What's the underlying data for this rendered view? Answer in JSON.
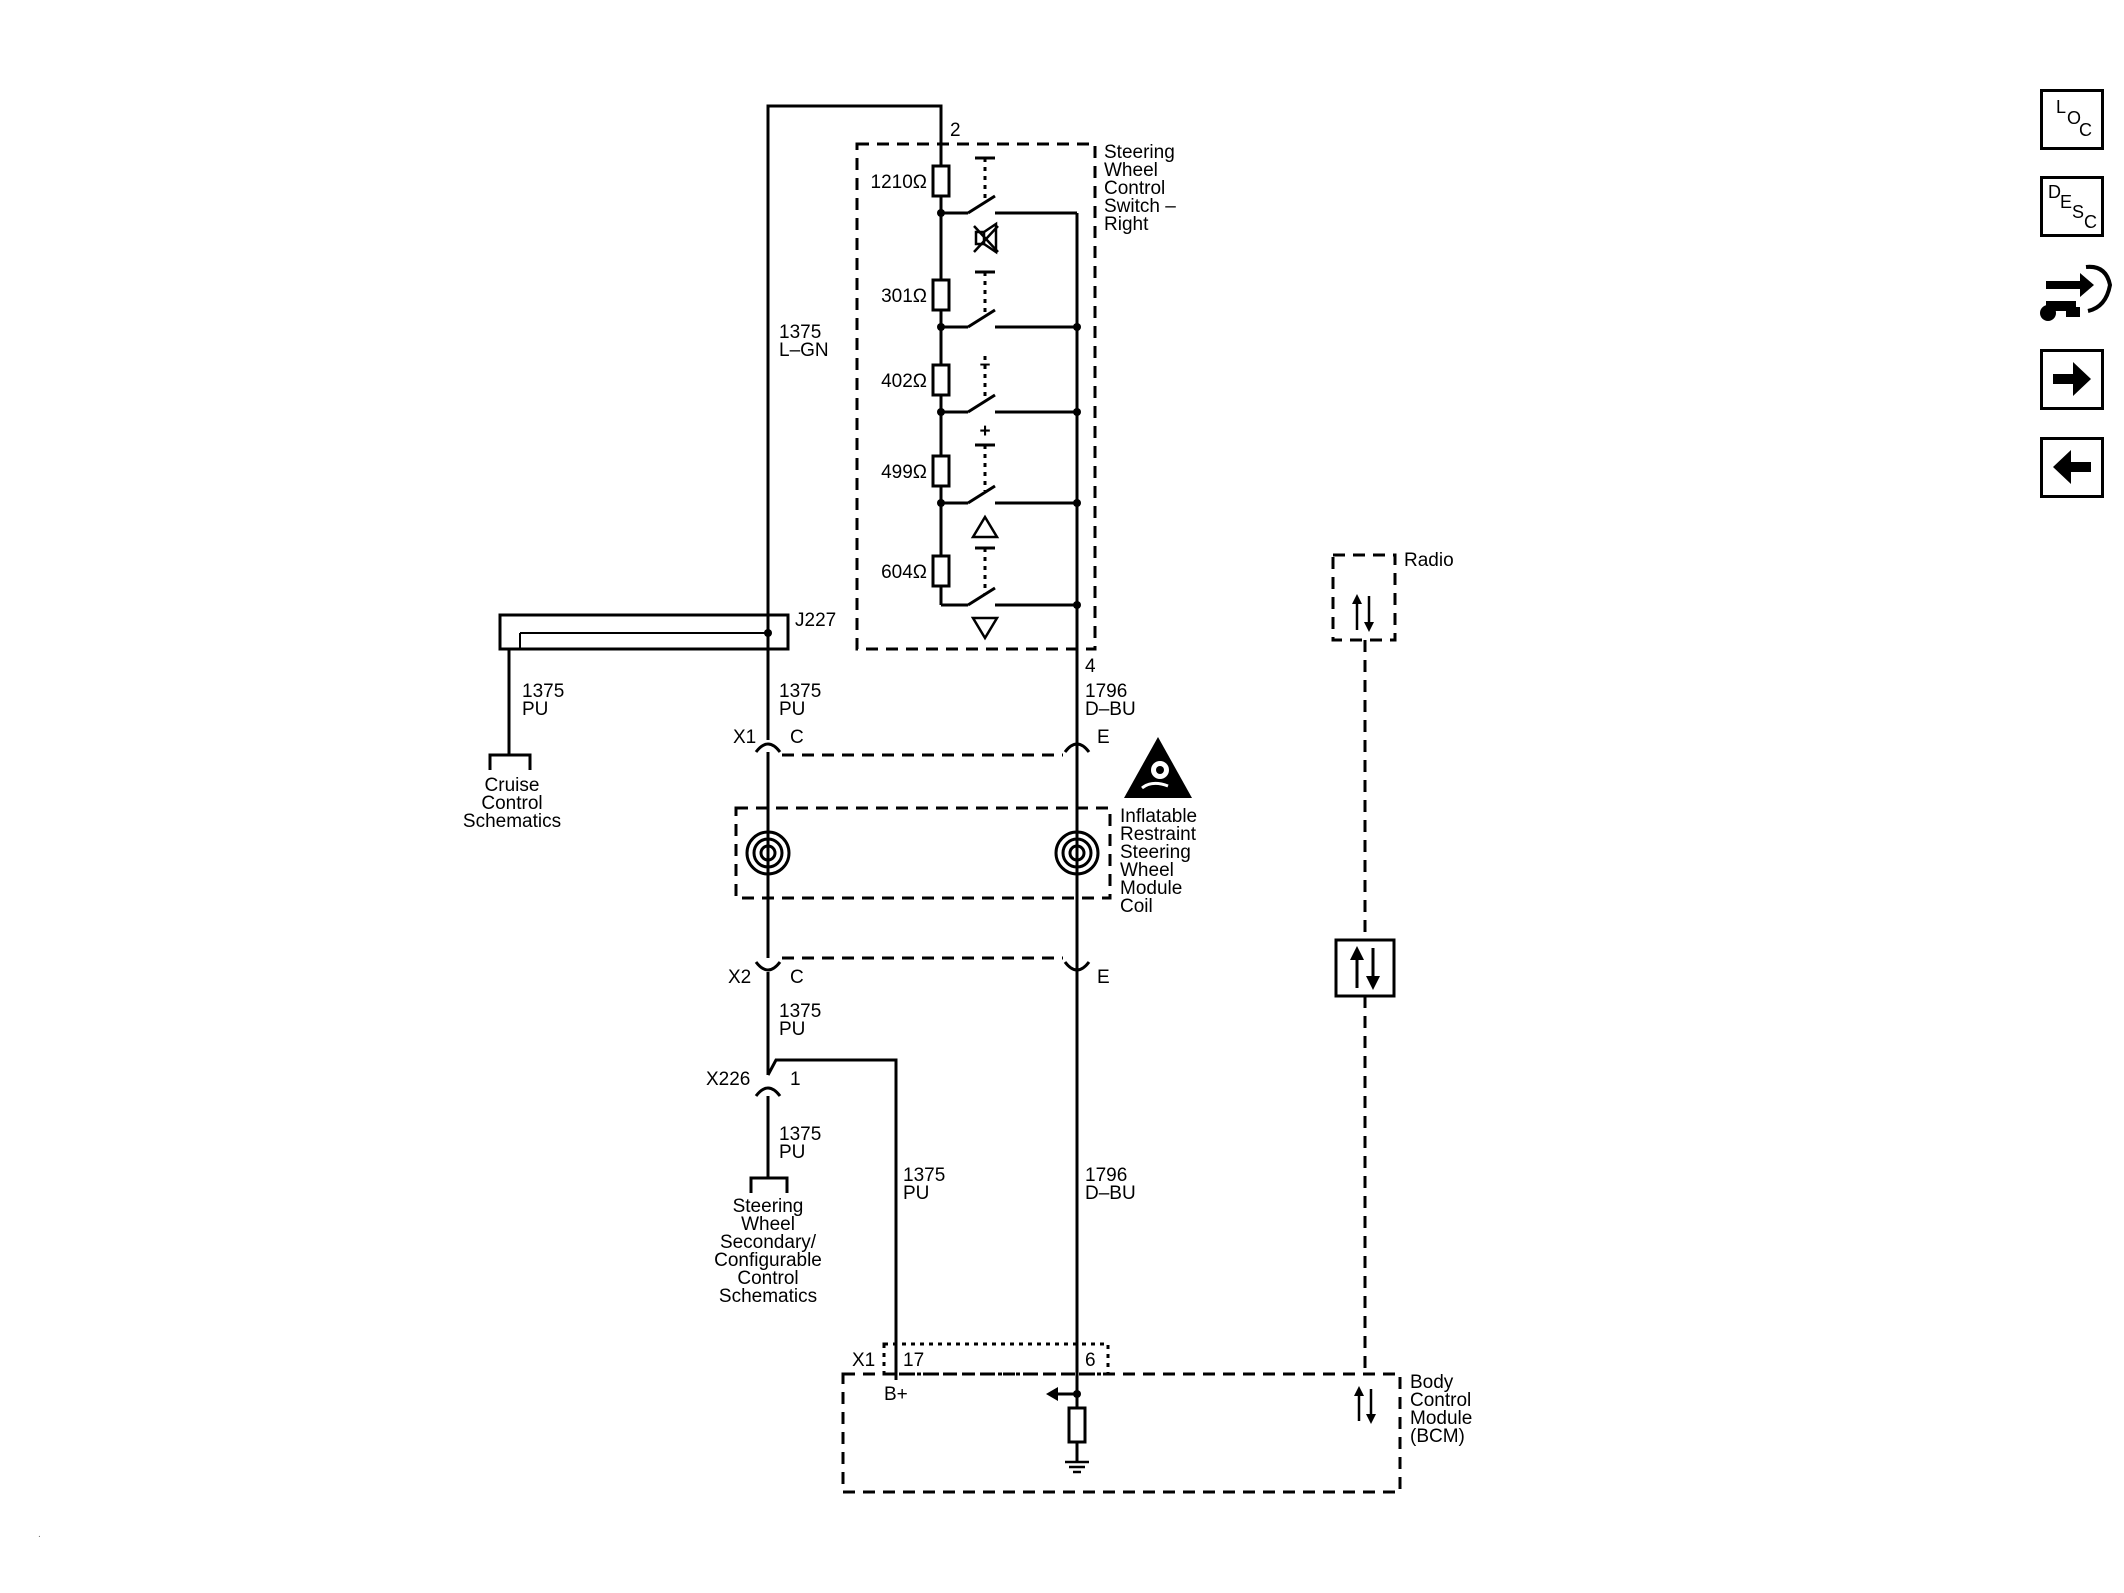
{
  "nav": {
    "loc": [
      "L",
      "O",
      "C"
    ],
    "desc": [
      "D",
      "E",
      "S",
      "C"
    ]
  },
  "components": {
    "swc_switch": [
      "Steering",
      "Wheel",
      "Control",
      "Switch –",
      "Right"
    ],
    "radio": "Radio",
    "ir_coil": [
      "Inflatable",
      "Restraint",
      "Steering",
      "Wheel",
      "Module",
      "Coil"
    ],
    "bcm": [
      "Body",
      "Control",
      "Module",
      "(BCM)"
    ],
    "cruise_ref": [
      "Cruise",
      "Control",
      "Schematics"
    ],
    "swsc_ref": [
      "Steering",
      "Wheel",
      "Secondary/",
      "Configurable",
      "Control",
      "Schematics"
    ]
  },
  "resistors": [
    "1210Ω",
    "301Ω",
    "402Ω",
    "499Ω",
    "604Ω"
  ],
  "switch_symbols": [
    "+",
    "–"
  ],
  "pins": {
    "top_left": "2",
    "bottom_right": "4",
    "x1_c": "C",
    "x1_e": "E",
    "x2_c": "C",
    "x2_e": "E",
    "x226_pin": "1",
    "bcm_17": "17",
    "bcm_6": "6",
    "bplus": "B+"
  },
  "connectors": {
    "j227": "J227",
    "x1": "X1",
    "x2": "X2",
    "x226": "X226",
    "bcm_x1": "X1"
  },
  "wires": {
    "w_lgn": [
      "1375",
      "L–GN"
    ],
    "w_pu_shield": [
      "1375",
      "PU"
    ],
    "w_pu_top": [
      "1375",
      "PU"
    ],
    "w_dbu_top": [
      "1796",
      "D–BU"
    ],
    "w_pu_x2": [
      "1375",
      "PU"
    ],
    "w_pu_x226": [
      "1375",
      "PU"
    ],
    "w_pu_bcm": [
      "1375",
      "PU"
    ],
    "w_dbu_bot": [
      "1796",
      "D–BU"
    ]
  }
}
